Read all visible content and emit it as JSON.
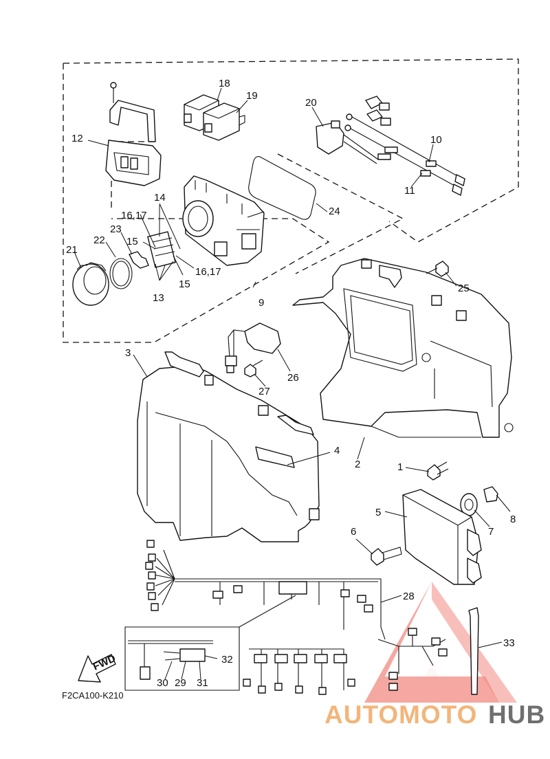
{
  "diagram": {
    "code": "F2CA100-K210",
    "fwd_label": "FWD",
    "callouts": [
      "1",
      "2",
      "3",
      "4",
      "5",
      "6",
      "7",
      "8",
      "9",
      "10",
      "11",
      "12",
      "13",
      "14",
      "15",
      "15",
      "16,17",
      "16,17",
      "18",
      "19",
      "20",
      "21",
      "22",
      "23",
      "24",
      "25",
      "26",
      "27",
      "28",
      "29",
      "30",
      "31",
      "32",
      "33"
    ]
  },
  "watermark": {
    "part1": "AUTOMOTO",
    "part2": "HUB",
    "color_triangle": "#f28b82",
    "color_text1": "#f2b57a",
    "color_text2": "#6f6f6f"
  }
}
